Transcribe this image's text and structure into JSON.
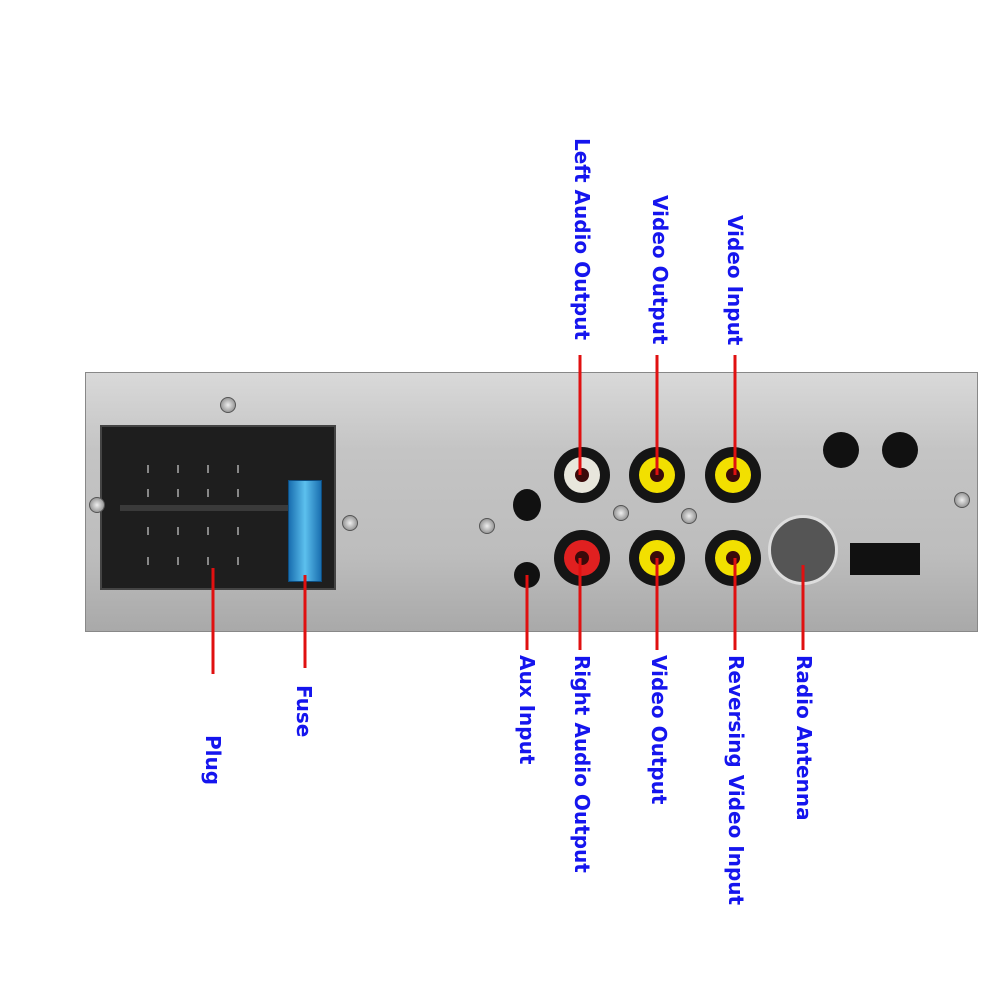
{
  "labels": {
    "left_audio_output": "Left Audio Output",
    "video_output_top": "Video Output",
    "video_input": "Video Input",
    "aux_input": "Aux Input",
    "right_audio_output": "Right Audio Output",
    "video_output_bottom": "Video Output",
    "reversing_video_input": "Reversing Video Input",
    "radio_antenna": "Radio Antenna",
    "fuse": "Fuse",
    "plug": "Plug"
  },
  "colors": {
    "label": "#1515ee",
    "leader": "#e01010",
    "jack_white": "#e8e6dc",
    "jack_yellow": "#f2e000",
    "jack_red": "#e02020"
  }
}
